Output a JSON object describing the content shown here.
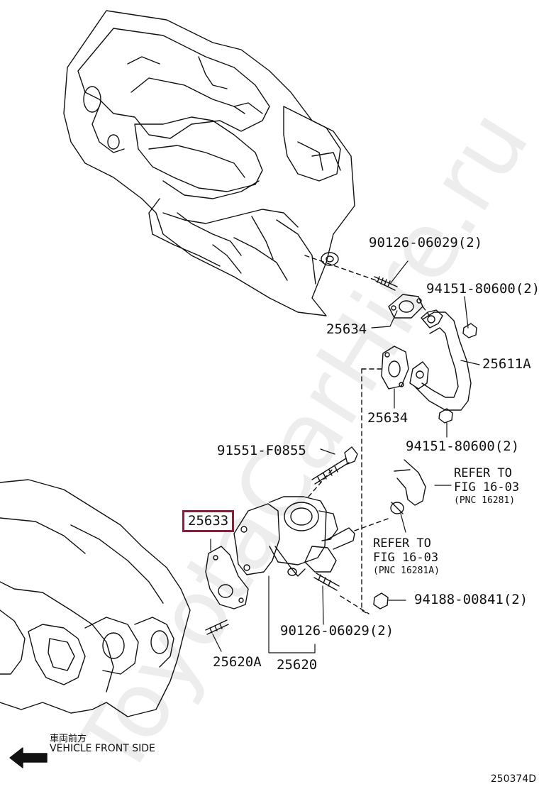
{
  "watermark": "ToyotaCarHire.ru",
  "parts": {
    "p1": "90126-06029(2)",
    "p2": "94151-80600(2)",
    "p3": "25634",
    "p4": "25611A",
    "p5": "25634",
    "p6": "94151-80600(2)",
    "p7": "91551-F0855",
    "p8": "25633",
    "p9": "94188-00841(2)",
    "p10": "90126-06029(2)",
    "p11": "25620A",
    "p12": "25620"
  },
  "refer1": {
    "line1": "REFER TO",
    "line2": "FIG 16-03",
    "line3": "(PNC 16281)"
  },
  "refer2": {
    "line1": "REFER TO",
    "line2": "FIG 16-03",
    "line3": "(PNC 16281A)"
  },
  "front": {
    "jp": "車両前方",
    "en": "VEHICLE FRONT SIDE"
  },
  "figure_code": "250374D"
}
